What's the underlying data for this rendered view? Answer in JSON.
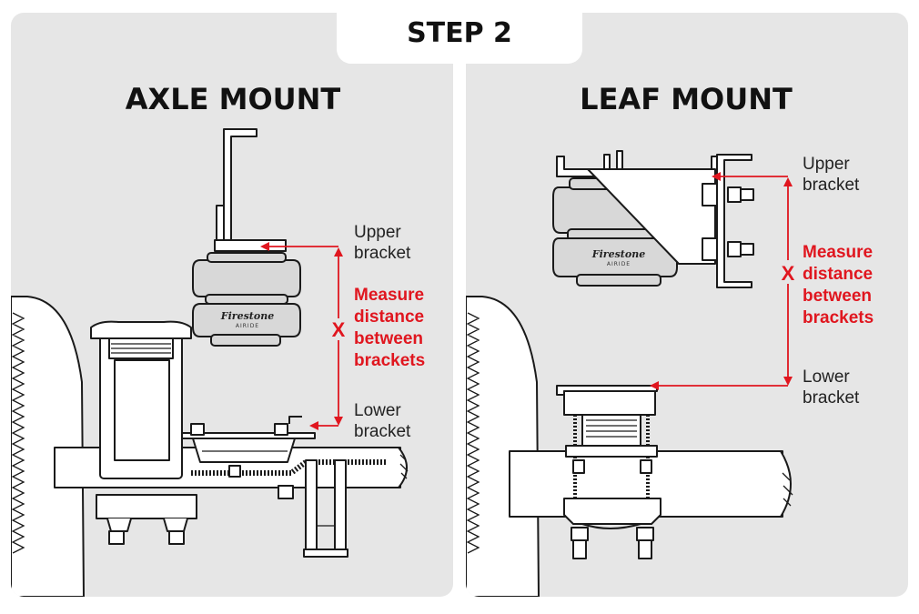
{
  "step": {
    "label": "STEP 2"
  },
  "colors": {
    "measure": "#e0161f",
    "panel": "#e6e6e6",
    "ink": "#1a1a1a"
  },
  "axle_mount": {
    "title": "AXLE MOUNT",
    "upper_label": [
      "Upper",
      "bracket"
    ],
    "measure_label": [
      "Measure",
      "distance",
      "between",
      "brackets"
    ],
    "x_marker": "X",
    "lower_label": [
      "Lower",
      "bracket"
    ],
    "spring_brand": "Firestone",
    "spring_subbrand": "AIRIDE"
  },
  "leaf_mount": {
    "title": "LEAF MOUNT",
    "upper_label": [
      "Upper",
      "bracket"
    ],
    "measure_label": [
      "Measure",
      "distance",
      "between",
      "brackets"
    ],
    "x_marker": "X",
    "lower_label": [
      "Lower",
      "bracket"
    ],
    "spring_brand": "Firestone",
    "spring_subbrand": "AIRIDE"
  }
}
